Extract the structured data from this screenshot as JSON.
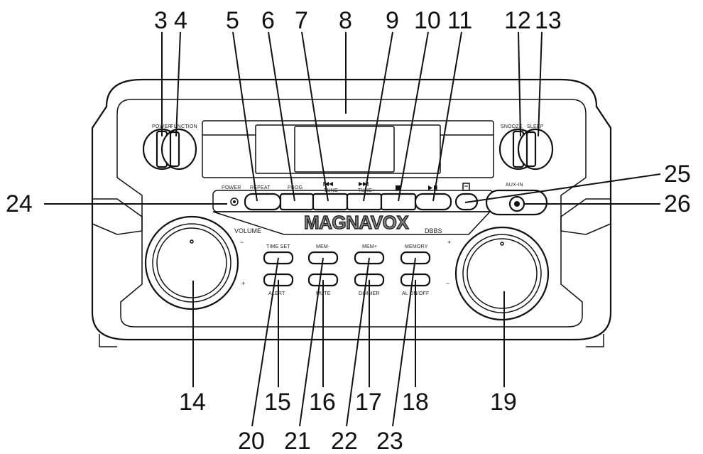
{
  "callouts": {
    "n3": "3",
    "n4": "4",
    "n5": "5",
    "n6": "6",
    "n7": "7",
    "n8": "8",
    "n9": "9",
    "n10": "10",
    "n11": "11",
    "n12": "12",
    "n13": "13",
    "n14": "14",
    "n15": "15",
    "n16": "16",
    "n17": "17",
    "n18": "18",
    "n19": "19",
    "n20": "20",
    "n21": "21",
    "n22": "22",
    "n23": "23",
    "n24": "24",
    "n25": "25",
    "n26": "26"
  },
  "labels": {
    "power": "POWER",
    "function": "FUNCTION",
    "snooze": "SNOOZE",
    "sleep": "SLEEP",
    "power_led": "POWER",
    "repeat": "REPEAT",
    "prog": "PROG",
    "prev_sub": "TUNE-",
    "next_sub": "TUNE+",
    "aux_in": "AUX-IN",
    "brand": "MAGNAVOX",
    "volume": "VOLUME",
    "dbbs": "DBBS",
    "time_set": "TIME SET",
    "mem_minus": "MEM-",
    "mem_plus": "MEM+",
    "memory": "MEMORY",
    "alert": "ALERT",
    "mute": "MUTE",
    "dimmer": "DIMMER",
    "al_onoff": "AL ON/OFF",
    "minus": "−",
    "plus": "+"
  },
  "colors": {
    "stroke": "#111111",
    "logo_fill": "#888888",
    "background": "#ffffff"
  },
  "icons": [
    "skip-back-icon",
    "skip-forward-icon",
    "stop-icon",
    "play-pause-icon",
    "cd-eject-icon",
    "aux-jack-icon",
    "power-led-icon"
  ]
}
